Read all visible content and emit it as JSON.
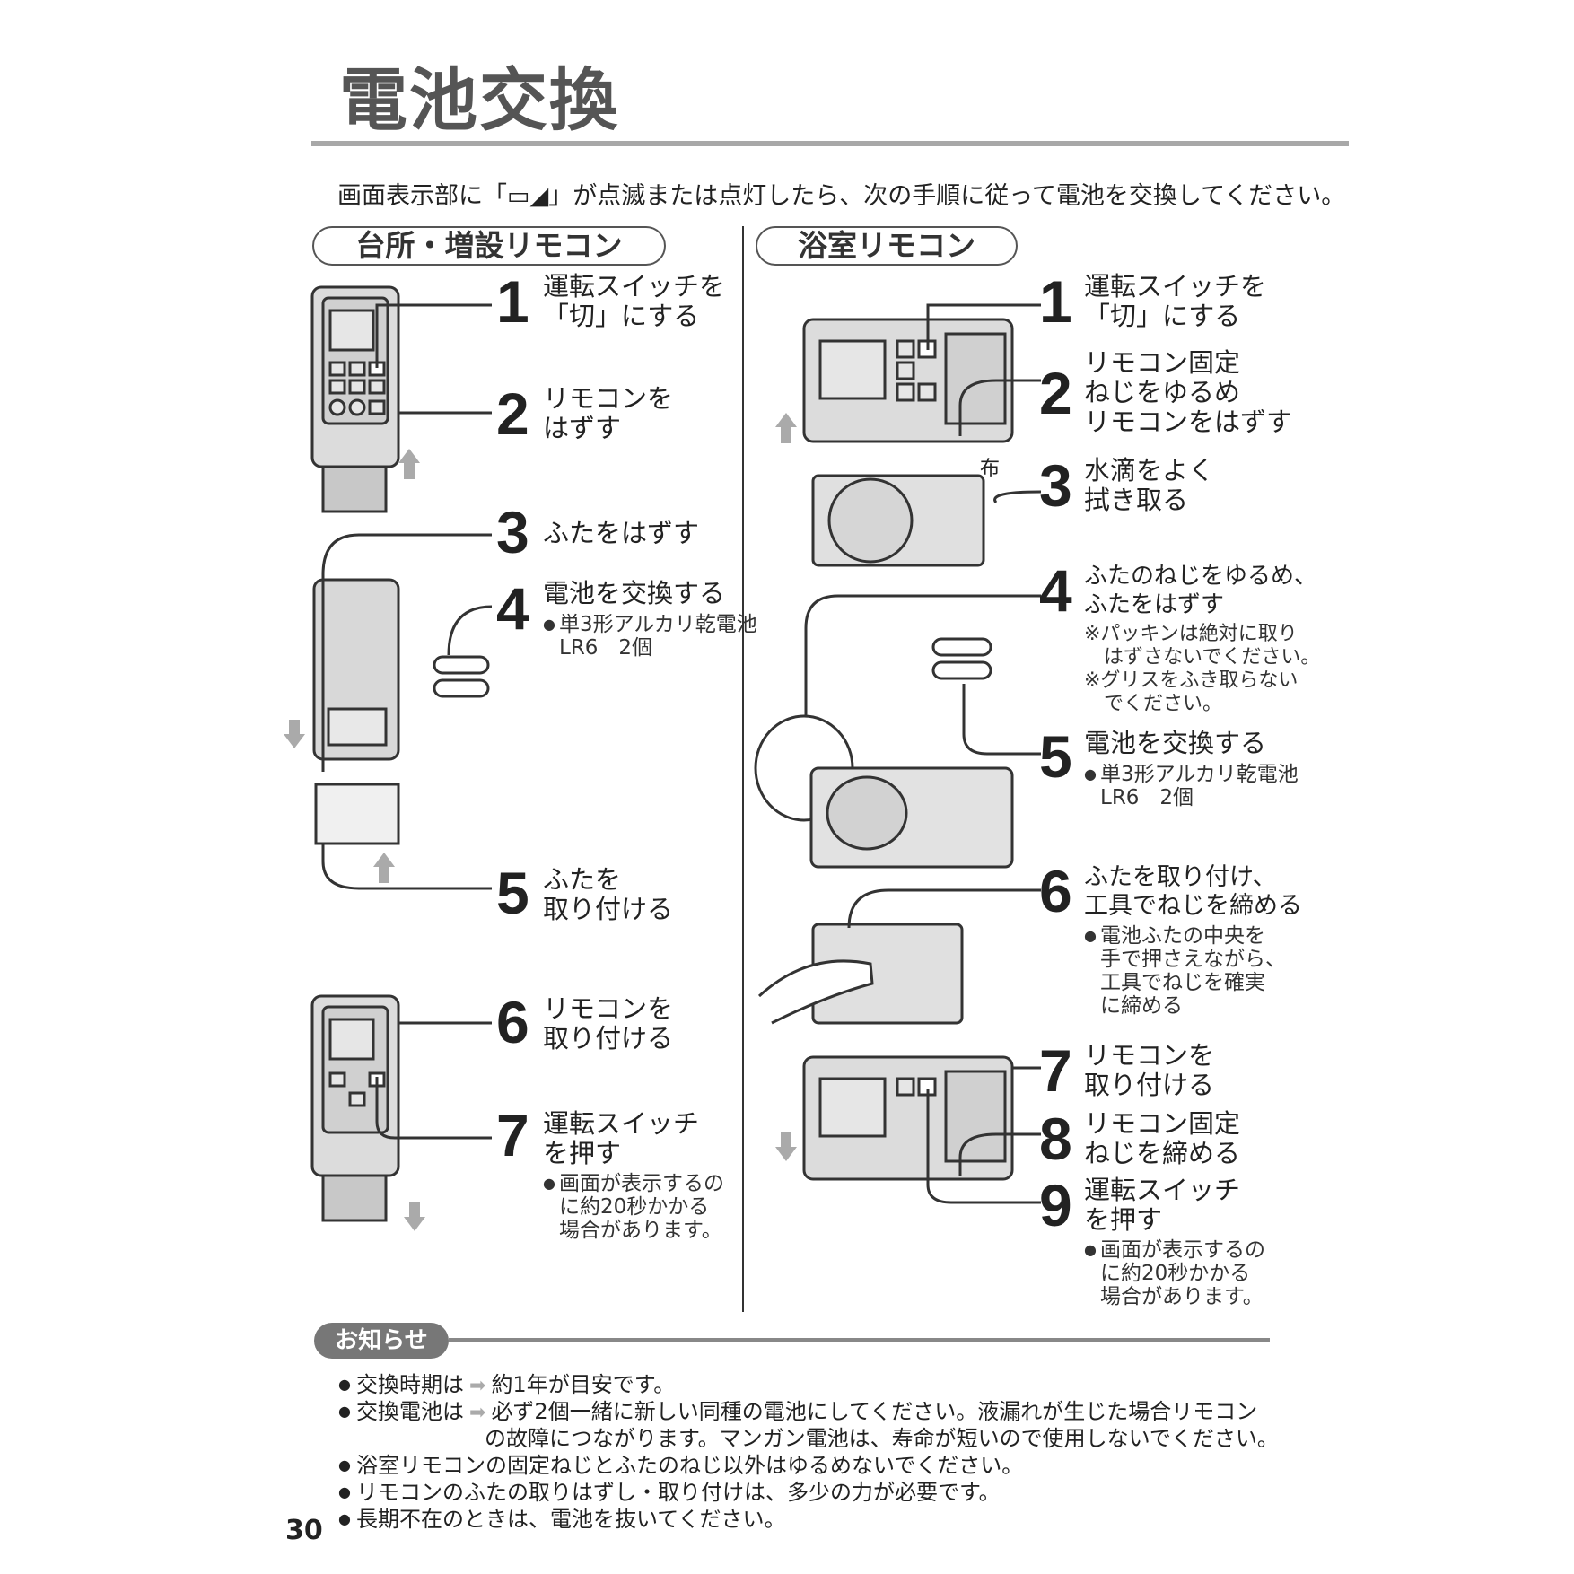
{
  "title": "電池交換",
  "intro": "画面表示部に「▭◢」が点滅または点灯したら、次の手順に従って電池を交換してください。",
  "left": {
    "heading": "台所・増設リモコン",
    "steps": [
      {
        "num": "1",
        "text": "運転スイッチを\n「切」にする"
      },
      {
        "num": "2",
        "text": "リモコンを\nはずす"
      },
      {
        "num": "3",
        "text": "ふたをはずす"
      },
      {
        "num": "4",
        "text": "電池を交換する",
        "note": "単3形アルカリ乾電池\nLR6　2個"
      },
      {
        "num": "5",
        "text": "ふたを\n取り付ける"
      },
      {
        "num": "6",
        "text": "リモコンを\n取り付ける"
      },
      {
        "num": "7",
        "text": "運転スイッチ\nを押す",
        "note": "画面が表示するの\nに約20秒かかる\n場合があります。"
      }
    ]
  },
  "right": {
    "heading": "浴室リモコン",
    "cloth_label": "布",
    "steps": [
      {
        "num": "1",
        "text": "運転スイッチを\n「切」にする"
      },
      {
        "num": "2",
        "text": "リモコン固定\nねじをゆるめ\nリモコンをはずす"
      },
      {
        "num": "3",
        "text": "水滴をよく\n拭き取る"
      },
      {
        "num": "4",
        "text": "ふたのねじをゆるめ、\nふたをはずす",
        "note": "※パッキンは絶対に取り\n　はずさないでください。\n※グリスをふき取らない\n　でください。"
      },
      {
        "num": "5",
        "text": "電池を交換する",
        "note": "単3形アルカリ乾電池\nLR6　2個"
      },
      {
        "num": "6",
        "text": "ふたを取り付け、\n工具でねじを締める",
        "note": "電池ふたの中央を\n手で押さえながら、\n工具でねじを確実\nに締める"
      },
      {
        "num": "7",
        "text": "リモコンを\n取り付ける"
      },
      {
        "num": "8",
        "text": "リモコン固定\nねじを締める"
      },
      {
        "num": "9",
        "text": "運転スイッチ\nを押す",
        "note": "画面が表示するの\nに約20秒かかる\n場合があります。"
      }
    ]
  },
  "notice": {
    "label": "お知らせ",
    "items": [
      {
        "label": "交換時期は",
        "text": "約1年が目安です。"
      },
      {
        "label": "交換電池は",
        "text": "必ず2個一緒に新しい同種の電池にしてください。液漏れが生じた場合リモコン",
        "text2": "の故障につながります。マンガン電池は、寿命が短いので使用しないでください。"
      },
      {
        "text": "浴室リモコンの固定ねじとふたのねじ以外はゆるめないでください。"
      },
      {
        "text": "リモコンのふたの取りはずし・取り付けは、多少の力が必要です。"
      },
      {
        "text": "長期不在のときは、電池を抜いてください。"
      }
    ]
  },
  "page_number": "30"
}
